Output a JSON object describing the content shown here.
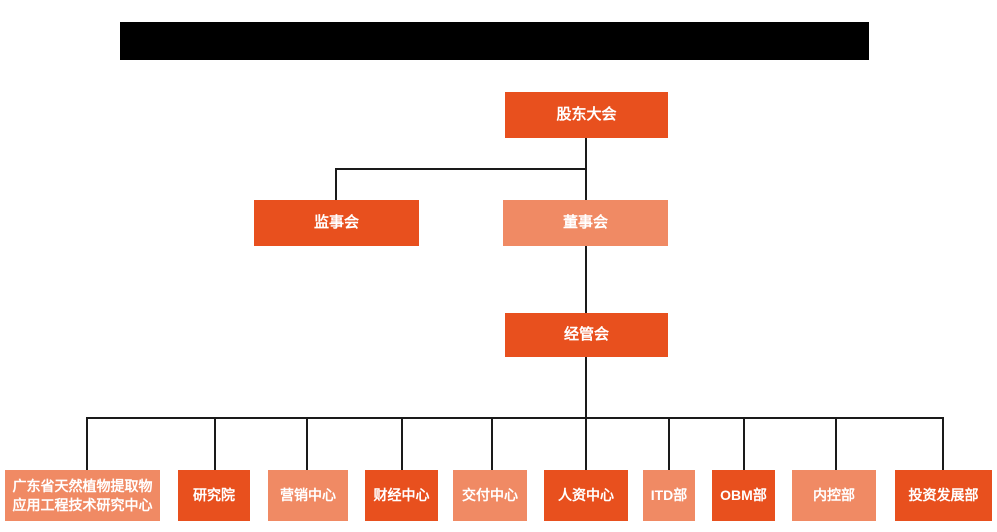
{
  "colors": {
    "primary_orange": "#E8501E",
    "light_orange": "#F08A64",
    "connector": "#1a1a1a",
    "redacted_bar": "#000000"
  },
  "org": {
    "root": {
      "label": "股东大会",
      "color": "#E8501E"
    },
    "level2": [
      {
        "label": "监事会",
        "color": "#E8501E"
      },
      {
        "label": "董事会",
        "color": "#F08A64"
      }
    ],
    "level3": {
      "label": "经管会",
      "color": "#E8501E"
    },
    "departments": [
      {
        "label": "广东省天然植物提取物应用工程技术研究中心",
        "color": "#F08A64"
      },
      {
        "label": "研究院",
        "color": "#E8501E"
      },
      {
        "label": "营销中心",
        "color": "#F08A64"
      },
      {
        "label": "财经中心",
        "color": "#E8501E"
      },
      {
        "label": "交付中心",
        "color": "#F08A64"
      },
      {
        "label": "人资中心",
        "color": "#E8501E"
      },
      {
        "label": "ITD部",
        "color": "#F08A64"
      },
      {
        "label": "OBM部",
        "color": "#E8501E"
      },
      {
        "label": "内控部",
        "color": "#F08A64"
      },
      {
        "label": "投资发展部",
        "color": "#E8501E"
      }
    ]
  }
}
